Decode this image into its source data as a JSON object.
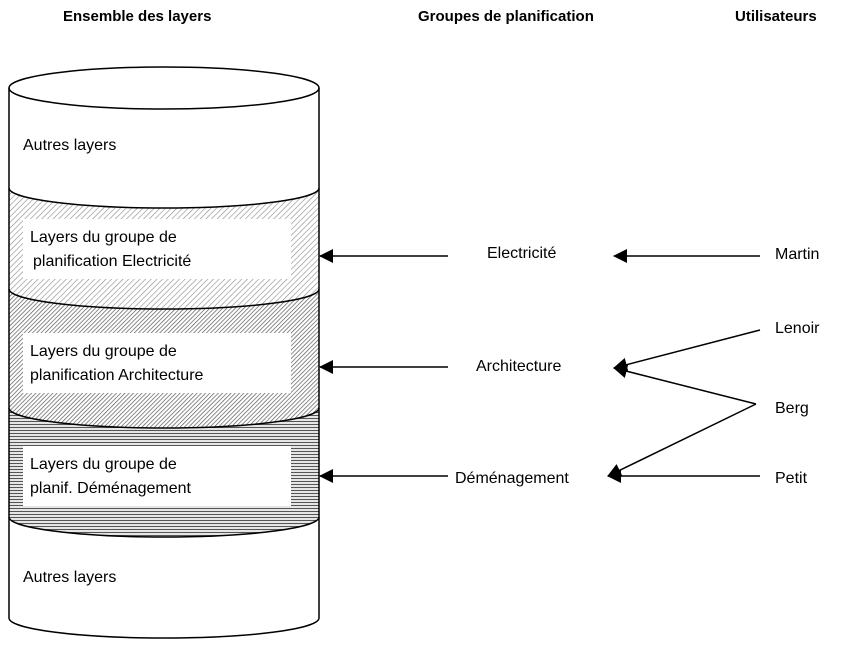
{
  "headers": {
    "layers": "Ensemble des layers",
    "groups": "Groupes de planification",
    "users": "Utilisateurs"
  },
  "cylinder": {
    "top_label": "Autres layers",
    "bottom_label": "Autres layers",
    "electricite": {
      "line1": "Layers du groupe de",
      "line2": "planification Electricité"
    },
    "architecture": {
      "line1": "Layers du groupe de",
      "line2": "planification Architecture"
    },
    "demenagement": {
      "line1": "Layers du groupe de",
      "line2": "planif. Déménagement"
    }
  },
  "groups": {
    "electricite": "Electricité",
    "architecture": "Architecture",
    "demenagement": "Déménagement"
  },
  "users": {
    "martin": "Martin",
    "lenoir": "Lenoir",
    "berg": "Berg",
    "petit": "Petit"
  },
  "colors": {
    "line": "#000000",
    "background": "#ffffff",
    "hatch_light": "#c8c8c8",
    "hatch_mid": "#9a9a9a",
    "hatch_dark": "#6e6e6e"
  }
}
